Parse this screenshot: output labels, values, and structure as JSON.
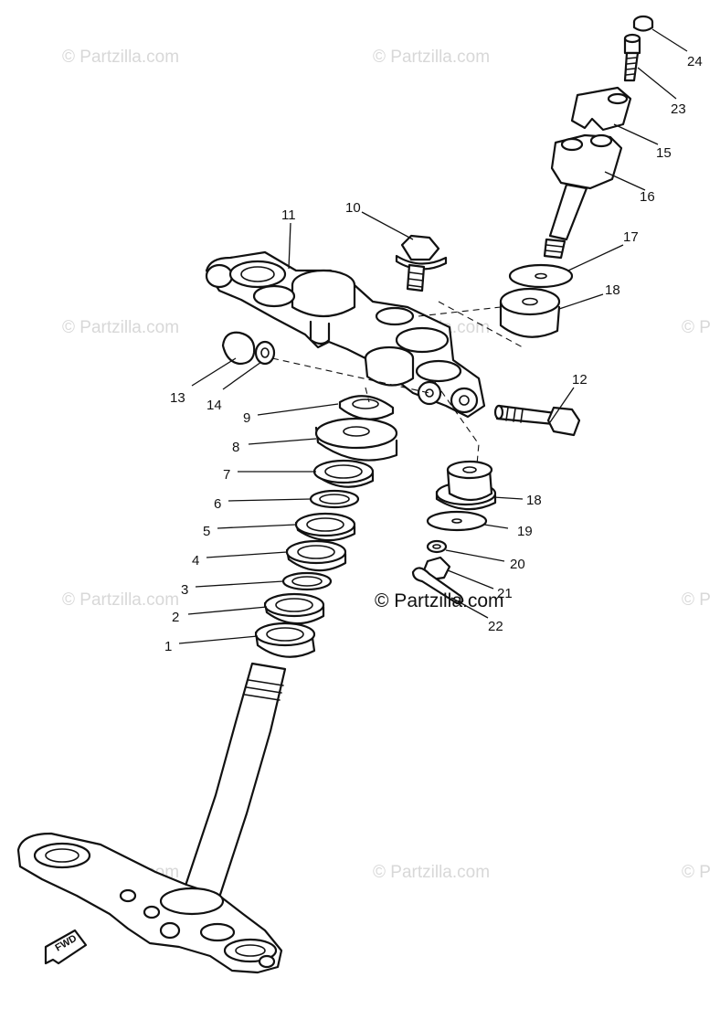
{
  "diagram": {
    "watermark_repeat": "© Partzilla.com",
    "watermark_edge": "© P",
    "watermark_main": "© Partzilla.com",
    "fwd_label": "FWD",
    "callouts": {
      "c1": "1",
      "c2": "2",
      "c3": "3",
      "c4": "4",
      "c5": "5",
      "c6": "6",
      "c7": "7",
      "c8": "8",
      "c9": "9",
      "c10": "10",
      "c11": "11",
      "c12": "12",
      "c13": "13",
      "c14": "14",
      "c15": "15",
      "c16": "16",
      "c17": "17",
      "c18a": "18",
      "c18b": "18",
      "c19": "19",
      "c20": "20",
      "c21": "21",
      "c22": "22",
      "c23": "23",
      "c24": "24"
    }
  }
}
